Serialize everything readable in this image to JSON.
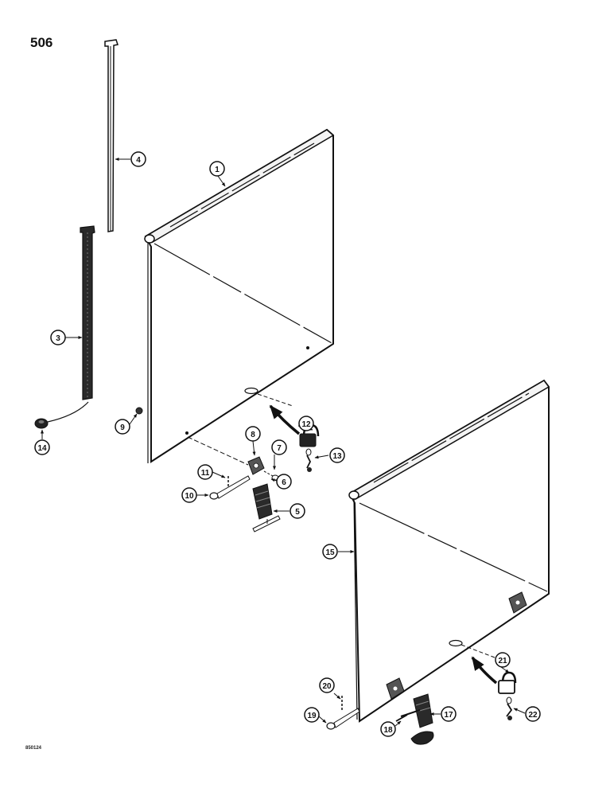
{
  "page_number": "506",
  "drawing_code": "850124",
  "callouts": [
    {
      "id": "c1",
      "label": "1"
    },
    {
      "id": "c3",
      "label": "3"
    },
    {
      "id": "c4",
      "label": "4"
    },
    {
      "id": "c5",
      "label": "5"
    },
    {
      "id": "c6",
      "label": "6"
    },
    {
      "id": "c7",
      "label": "7"
    },
    {
      "id": "c8",
      "label": "8"
    },
    {
      "id": "c9",
      "label": "9"
    },
    {
      "id": "c10",
      "label": "10"
    },
    {
      "id": "c11",
      "label": "11"
    },
    {
      "id": "c12",
      "label": "12"
    },
    {
      "id": "c13",
      "label": "13"
    },
    {
      "id": "c14",
      "label": "14"
    },
    {
      "id": "c15",
      "label": "15"
    },
    {
      "id": "c17",
      "label": "17"
    },
    {
      "id": "c18",
      "label": "18"
    },
    {
      "id": "c19",
      "label": "19"
    },
    {
      "id": "c20",
      "label": "20"
    },
    {
      "id": "c21",
      "label": "21"
    },
    {
      "id": "c22",
      "label": "22"
    }
  ]
}
